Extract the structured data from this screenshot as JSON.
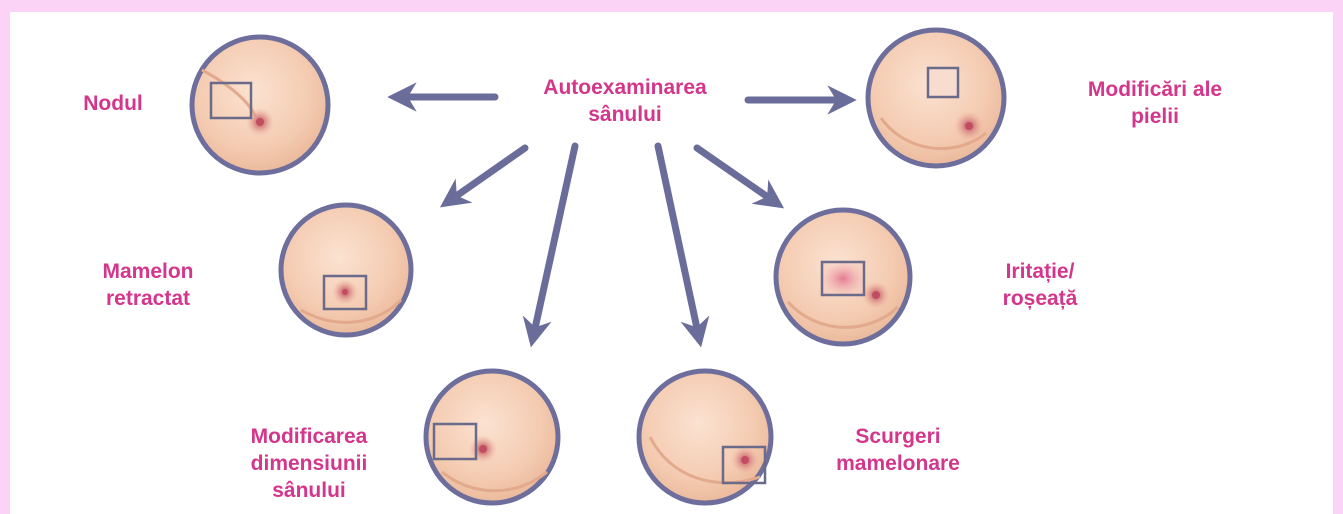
{
  "title": "Autoexaminarea\nsânului",
  "colors": {
    "page_border": "#fbd3f6",
    "label": "#d4368b",
    "arrow": "#6a6d9a",
    "circle_ring": "#6d6e9c",
    "skin": "#f3c7ab",
    "marker": "#6a6a8a"
  },
  "items": [
    {
      "id": "nodul",
      "label": "Nodul",
      "marker": "nodule"
    },
    {
      "id": "modificari-piele",
      "label": "Modificări ale\npielii",
      "marker": "skin-change"
    },
    {
      "id": "mamelon-retractat",
      "label": "Mamelon\nretractat",
      "marker": "retracted-nipple"
    },
    {
      "id": "iritatie",
      "label": "Iritație/\nroșeață",
      "marker": "redness"
    },
    {
      "id": "modificarea-dimensiunii",
      "label": "Modificarea\ndimensiunii\nsânului",
      "marker": "size-change"
    },
    {
      "id": "scurgeri",
      "label": "Scurgeri\nmamelonare",
      "marker": "discharge"
    }
  ]
}
